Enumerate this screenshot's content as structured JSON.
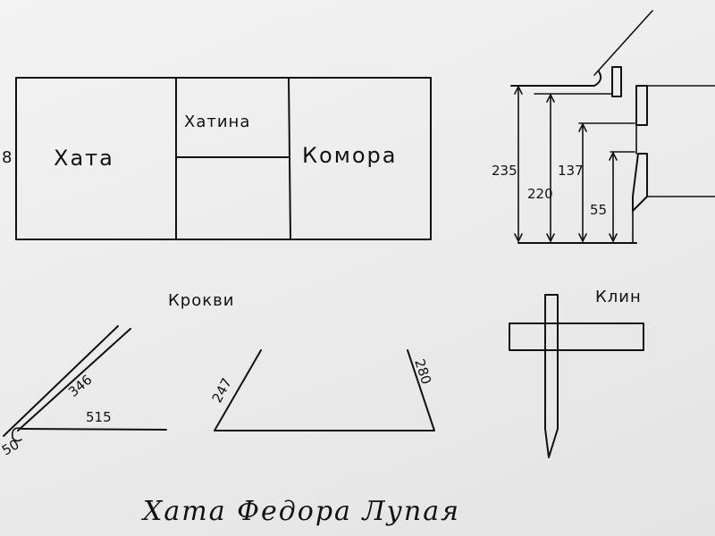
{
  "plan": {
    "left_edge_number": "8",
    "room_left": "Хата",
    "room_middle_top": "Хатина",
    "room_right": "Комора"
  },
  "section": {
    "dims": [
      "235",
      "220",
      "137",
      "55"
    ]
  },
  "rafters": {
    "heading": "Крокви",
    "left_dims": {
      "slope": "346",
      "base": "515",
      "corner": "50"
    },
    "right_dims": {
      "left_slope": "247",
      "right_slope": "280"
    }
  },
  "wedge": {
    "heading": "Клин"
  },
  "footer": {
    "title": "Хата Федора Лупая"
  }
}
